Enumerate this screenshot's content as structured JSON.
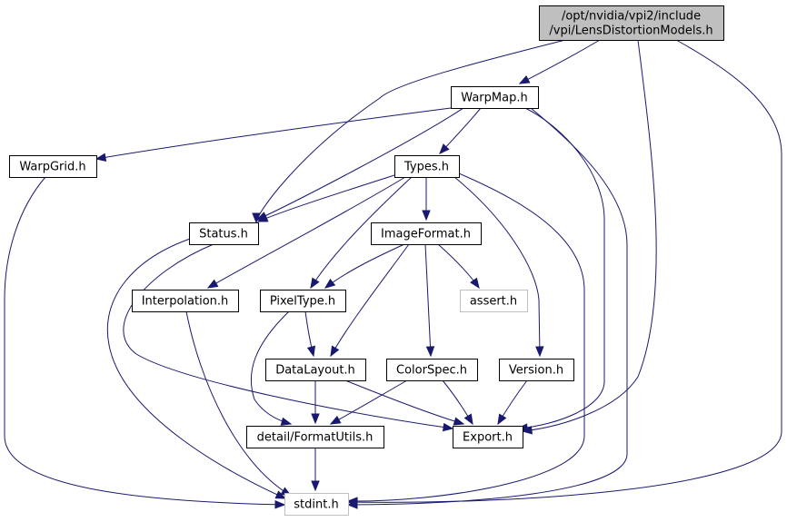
{
  "title": "/opt/nvidia/vpi2/include/vpi/LensDistortionModels.h",
  "nodes": {
    "root": {
      "lines": [
        "/opt/nvidia/vpi2/include",
        "/vpi/LensDistortionModels.h"
      ],
      "style": "root"
    },
    "warpmap": {
      "lines": [
        "WarpMap.h"
      ],
      "style": "normal"
    },
    "warpgrid": {
      "lines": [
        "WarpGrid.h"
      ],
      "style": "normal"
    },
    "types": {
      "lines": [
        "Types.h"
      ],
      "style": "normal"
    },
    "status": {
      "lines": [
        "Status.h"
      ],
      "style": "normal"
    },
    "imageformat": {
      "lines": [
        "ImageFormat.h"
      ],
      "style": "normal"
    },
    "interpolation": {
      "lines": [
        "Interpolation.h"
      ],
      "style": "normal"
    },
    "pixeltype": {
      "lines": [
        "PixelType.h"
      ],
      "style": "normal"
    },
    "assert": {
      "lines": [
        "assert.h"
      ],
      "style": "external"
    },
    "datalayout": {
      "lines": [
        "DataLayout.h"
      ],
      "style": "normal"
    },
    "colorspec": {
      "lines": [
        "ColorSpec.h"
      ],
      "style": "normal"
    },
    "version": {
      "lines": [
        "Version.h"
      ],
      "style": "normal"
    },
    "formatutils": {
      "lines": [
        "detail/FormatUtils.h"
      ],
      "style": "normal"
    },
    "export": {
      "lines": [
        "Export.h"
      ],
      "style": "normal"
    },
    "stdint": {
      "lines": [
        "stdint.h"
      ],
      "style": "external"
    }
  },
  "edges": [
    [
      "root",
      "warpmap"
    ],
    [
      "root",
      "status"
    ],
    [
      "root",
      "export"
    ],
    [
      "root",
      "stdint"
    ],
    [
      "warpmap",
      "warpgrid"
    ],
    [
      "warpmap",
      "types"
    ],
    [
      "warpmap",
      "status"
    ],
    [
      "warpmap",
      "export"
    ],
    [
      "warpmap",
      "stdint"
    ],
    [
      "warpgrid",
      "stdint"
    ],
    [
      "types",
      "status"
    ],
    [
      "types",
      "imageformat"
    ],
    [
      "types",
      "interpolation"
    ],
    [
      "types",
      "pixeltype"
    ],
    [
      "types",
      "version"
    ],
    [
      "types",
      "stdint"
    ],
    [
      "status",
      "export"
    ],
    [
      "status",
      "stdint"
    ],
    [
      "imageformat",
      "pixeltype"
    ],
    [
      "imageformat",
      "assert"
    ],
    [
      "imageformat",
      "datalayout"
    ],
    [
      "imageformat",
      "colorspec"
    ],
    [
      "interpolation",
      "stdint"
    ],
    [
      "pixeltype",
      "datalayout"
    ],
    [
      "pixeltype",
      "formatutils"
    ],
    [
      "datalayout",
      "formatutils"
    ],
    [
      "datalayout",
      "export"
    ],
    [
      "colorspec",
      "formatutils"
    ],
    [
      "colorspec",
      "export"
    ],
    [
      "version",
      "export"
    ],
    [
      "formatutils",
      "stdint"
    ]
  ]
}
